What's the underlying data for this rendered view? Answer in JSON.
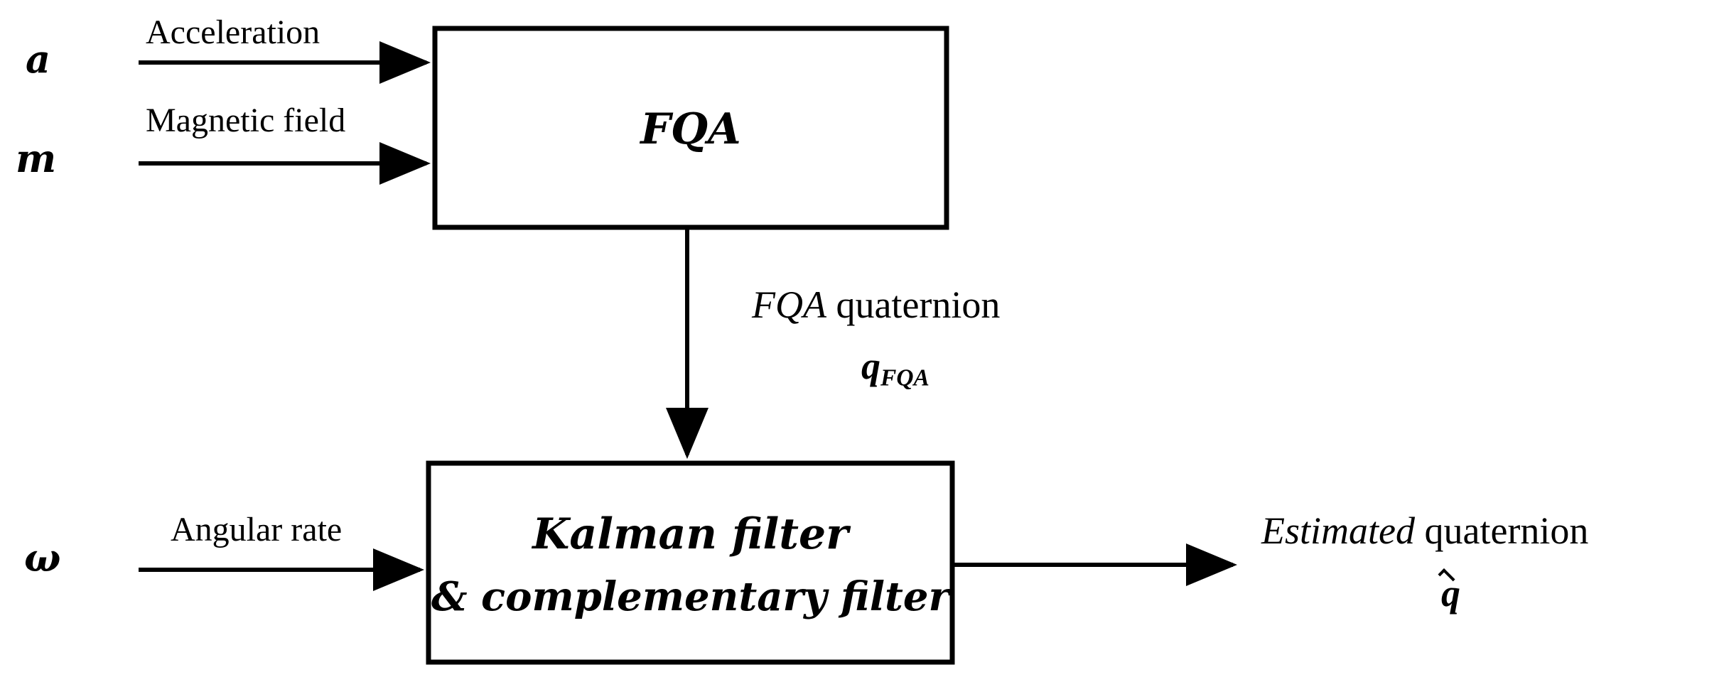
{
  "inputs": {
    "accel_symbol": "a",
    "accel_label": "Acceleration",
    "mag_symbol": "m",
    "mag_label": "Magnetic field",
    "gyro_symbol": "ω",
    "gyro_label": "Angular rate"
  },
  "blocks": {
    "fqa_title": "FQA",
    "kalman_line1": "Kalman filter",
    "kalman_line2": "& complementary filter"
  },
  "connections": {
    "fqa_output_name": "FQA",
    "fqa_output_word": "quaternion",
    "fqa_output_symbol": "q",
    "fqa_output_subscript": "FQA"
  },
  "output": {
    "name": "Estimated",
    "word": "quaternion",
    "symbol": "q"
  },
  "colors": {
    "stroke": "#000000",
    "background": "#ffffff"
  }
}
